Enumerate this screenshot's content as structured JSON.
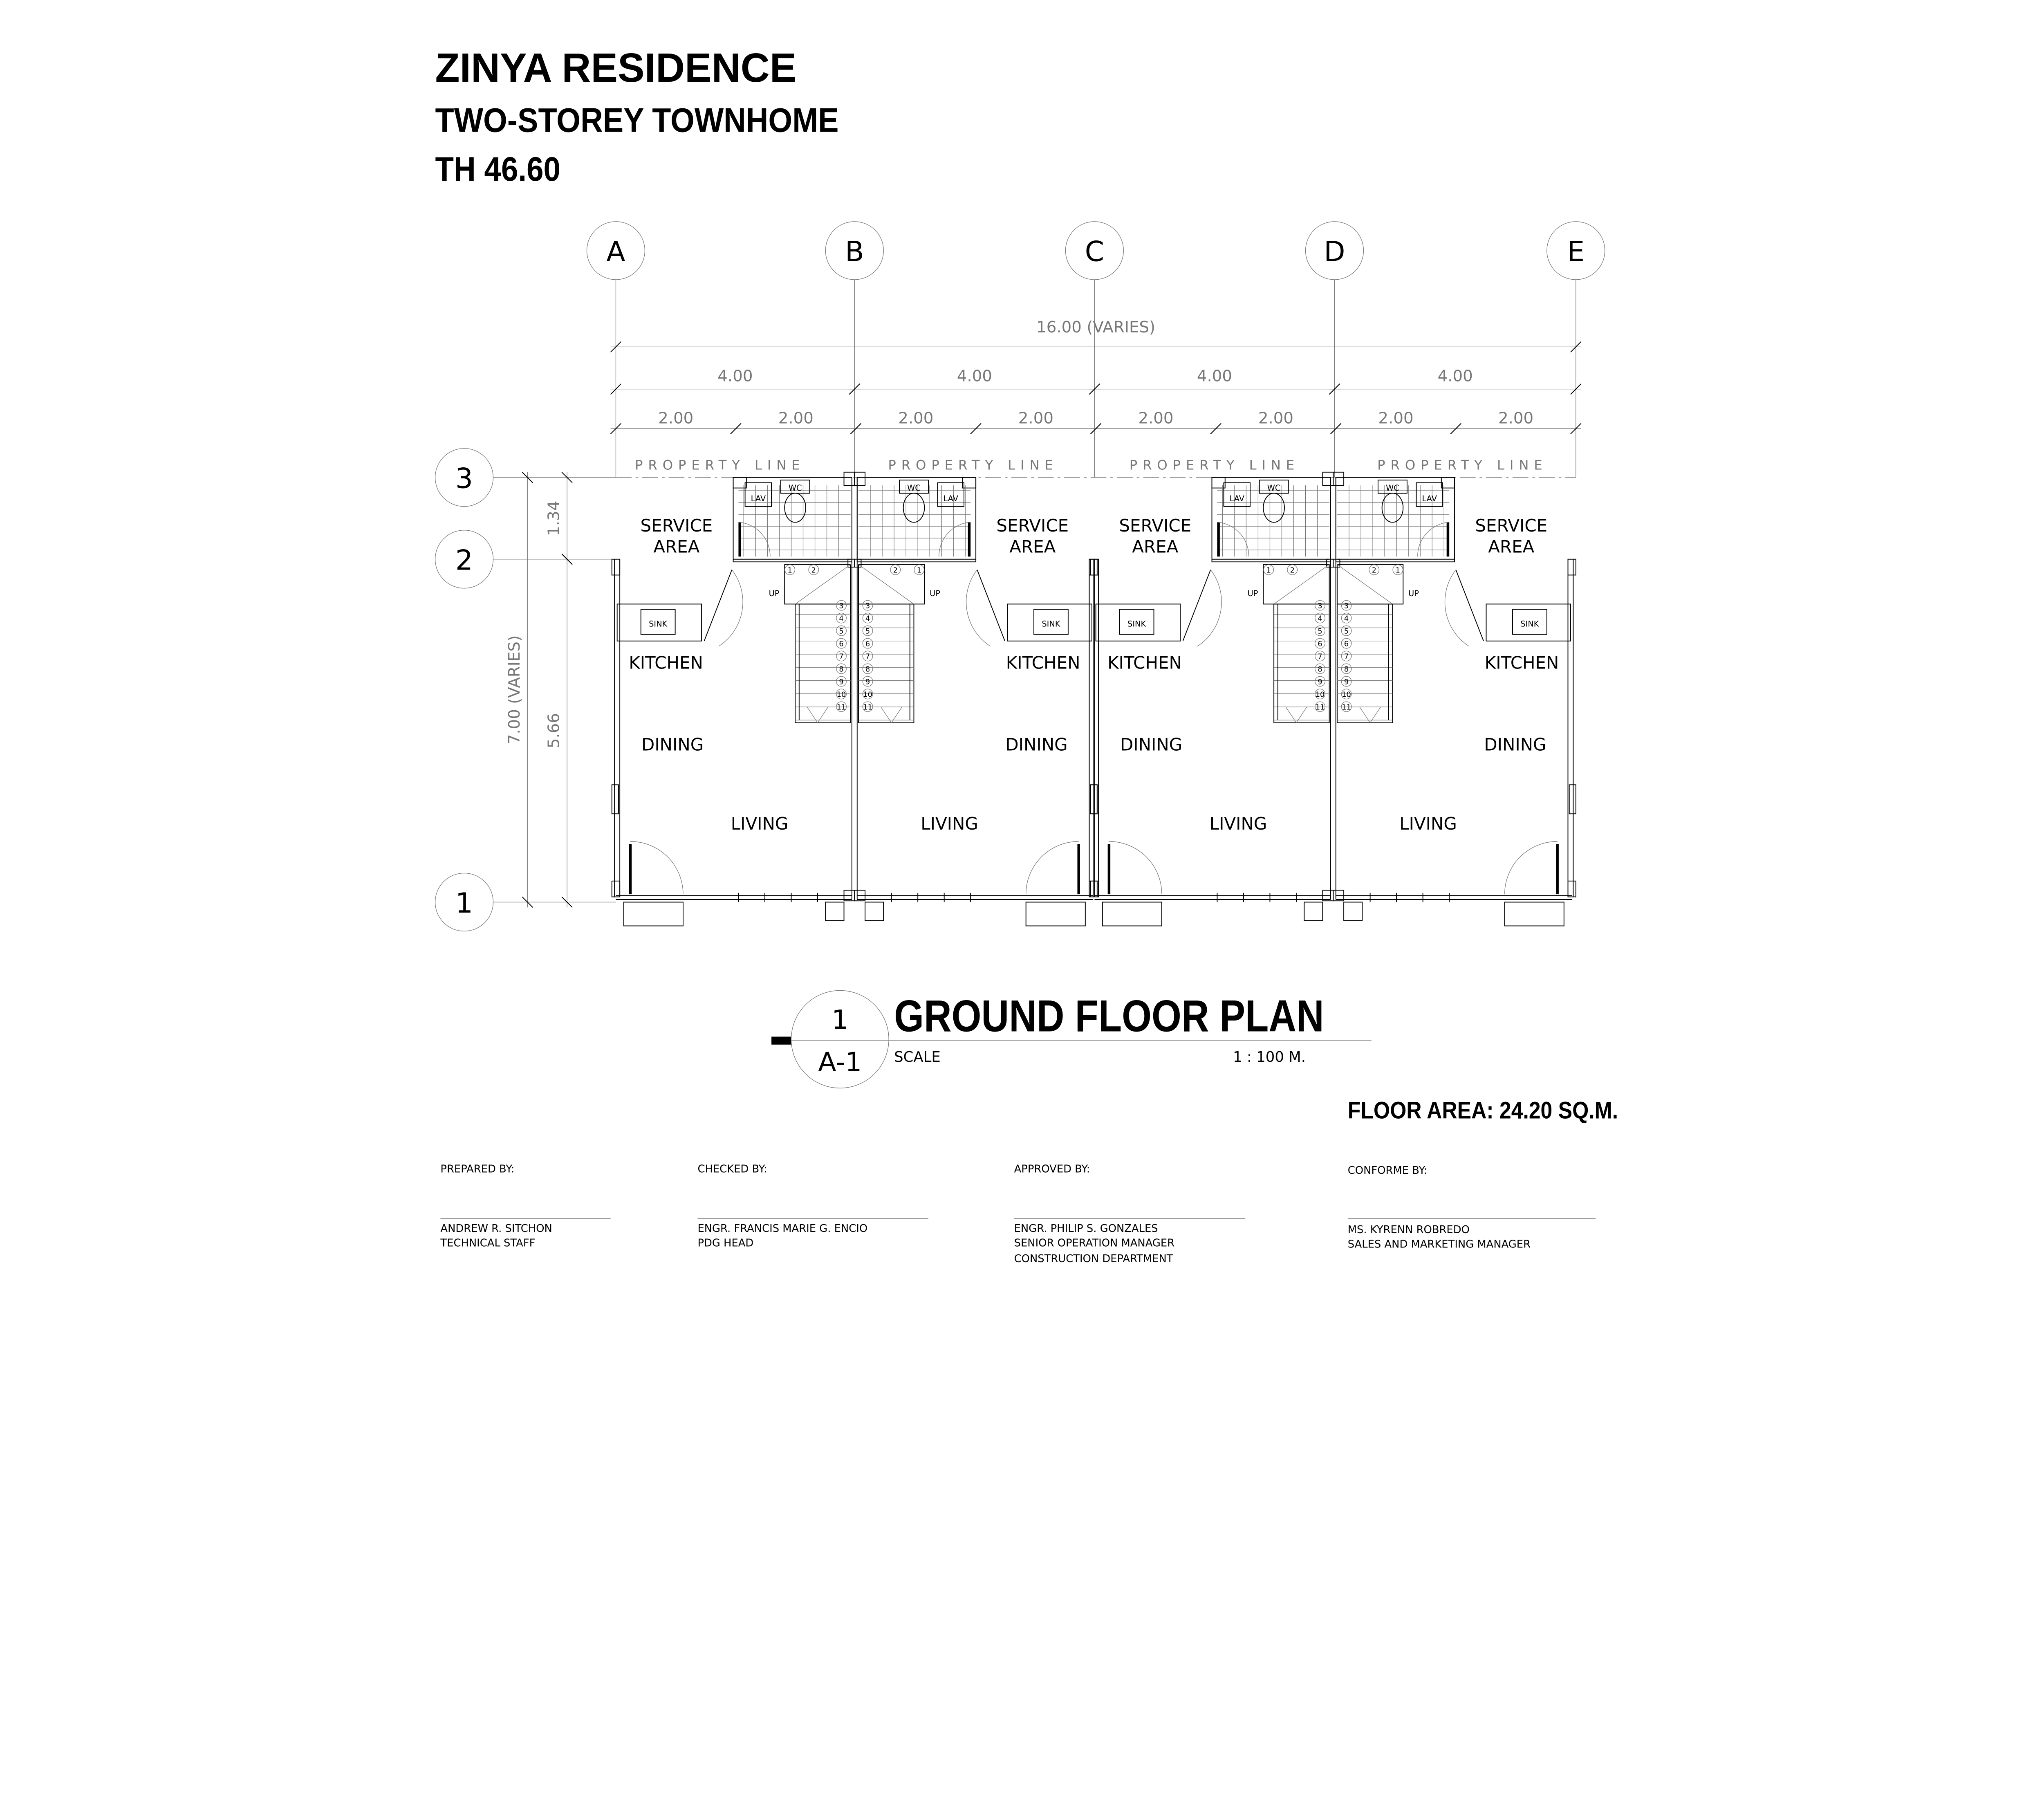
{
  "header": {
    "project": "ZINYA RESIDENCE",
    "type": "TWO-STOREY TOWNHOME",
    "model": "TH 46.60"
  },
  "grid": {
    "columns": [
      "A",
      "B",
      "C",
      "D",
      "E"
    ],
    "rows": [
      "3",
      "2",
      "1"
    ]
  },
  "dimensions": {
    "overall": "16.00 (VARIES)",
    "units": [
      "4.00",
      "4.00",
      "4.00",
      "4.00"
    ],
    "halves": [
      "2.00",
      "2.00",
      "2.00",
      "2.00",
      "2.00",
      "2.00",
      "2.00",
      "2.00"
    ],
    "depth_overall": "7.00 (VARIES)",
    "depth_rear": "1.34",
    "depth_front": "5.66"
  },
  "property_line": "PROPERTY LINE",
  "units": [
    {
      "service": [
        "SERVICE",
        "AREA"
      ],
      "kitchen": "KITCHEN",
      "dining": "DINING",
      "living": "LIVING"
    },
    {
      "service": [
        "SERVICE",
        "AREA"
      ],
      "kitchen": "KITCHEN",
      "dining": "DINING",
      "living": "LIVING"
    },
    {
      "service": [
        "SERVICE",
        "AREA"
      ],
      "kitchen": "KITCHEN",
      "dining": "DINING",
      "living": "LIVING"
    },
    {
      "service": [
        "SERVICE",
        "AREA"
      ],
      "kitchen": "KITCHEN",
      "dining": "DINING",
      "living": "LIVING"
    }
  ],
  "fixtures": {
    "lav": "LAV",
    "wc": "WC",
    "sink": "SINK",
    "up": "UP",
    "stair_numbers": [
      "1",
      "2",
      "3",
      "4",
      "5",
      "6",
      "7",
      "8",
      "9",
      "10",
      "11"
    ]
  },
  "title_block": {
    "drawing_number": "1",
    "sheet": "A-1",
    "title": "GROUND FLOOR PLAN",
    "scale_label": "SCALE",
    "scale_value": "1 : 100 M.",
    "floor_area": "FLOOR AREA: 24.20 SQ.M."
  },
  "signatories": [
    {
      "label": "PREPARED BY:",
      "name": "ANDREW R. SITCHON",
      "lines": [
        "TECHNICAL STAFF"
      ]
    },
    {
      "label": "CHECKED BY:",
      "name": "ENGR. FRANCIS MARIE G. ENCIO",
      "lines": [
        "PDG HEAD"
      ]
    },
    {
      "label": "APPROVED BY:",
      "name": "ENGR. PHILIP S. GONZALES",
      "lines": [
        "SENIOR OPERATION MANAGER",
        "CONSTRUCTION DEPARTMENT"
      ]
    },
    {
      "label": "CONFORME BY:",
      "name": "MS. KYRENN ROBREDO",
      "lines": [
        "SALES AND MARKETING MANAGER"
      ]
    }
  ]
}
